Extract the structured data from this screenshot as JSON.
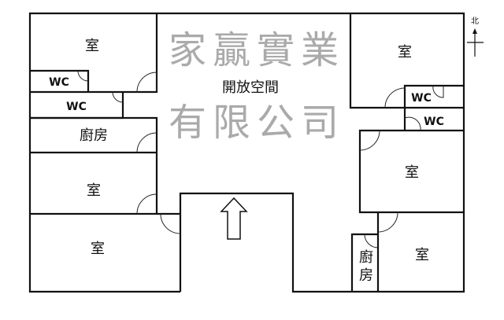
{
  "plan": {
    "open_space": "開放空間",
    "room": "室",
    "wc": "WC",
    "kitchen": "廚房",
    "kitchen_top": "廚",
    "kitchen_bottom": "房",
    "north": "北",
    "watermark": "家贏實業有限公司"
  }
}
